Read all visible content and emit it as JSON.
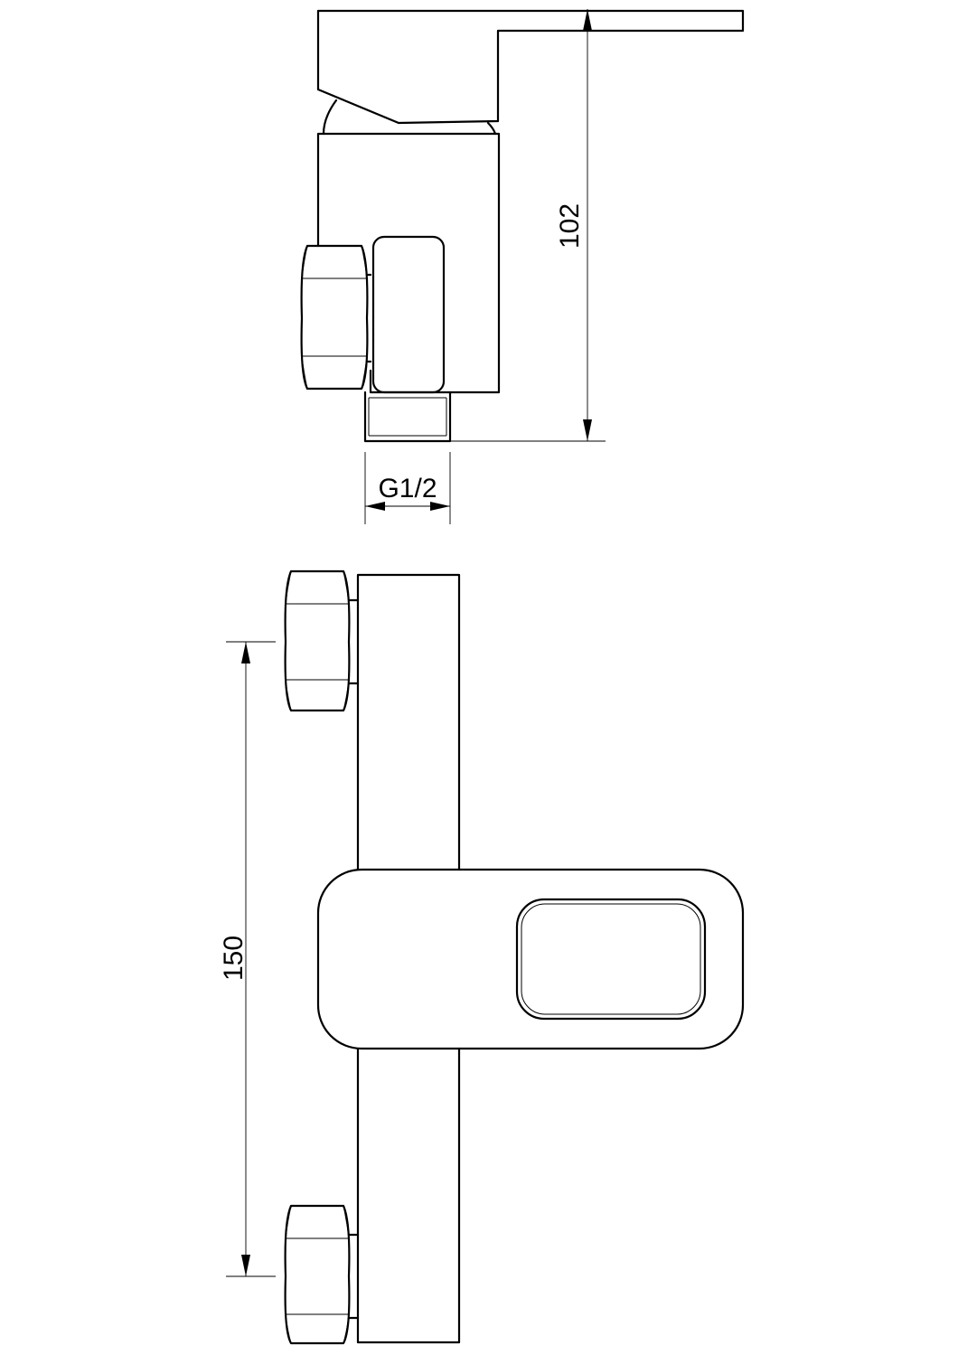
{
  "dimensions": {
    "height_label": "102",
    "thread_label": "G1/2",
    "spacing_label": "150"
  }
}
